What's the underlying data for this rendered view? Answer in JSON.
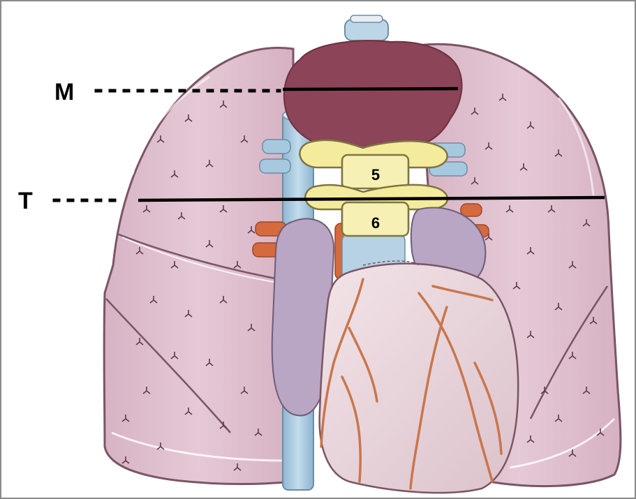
{
  "labels": {
    "level_m": "M",
    "level_t": "T",
    "vertebra_upper": "5",
    "vertebra_lower": "6"
  },
  "colors": {
    "lung_fill": "#dcbccc",
    "lung_outline": "#7a5565",
    "thymus": "#8c4458",
    "vena_cava": "#9ec3dc",
    "vertebra": "#f4eb9c",
    "heart": "#e8d4da",
    "coronary": "#c9764c",
    "atrium": "#b9a5c4",
    "line": "#000000"
  },
  "icons": {
    "bronchiole_marks": "tri-branch-mark"
  }
}
